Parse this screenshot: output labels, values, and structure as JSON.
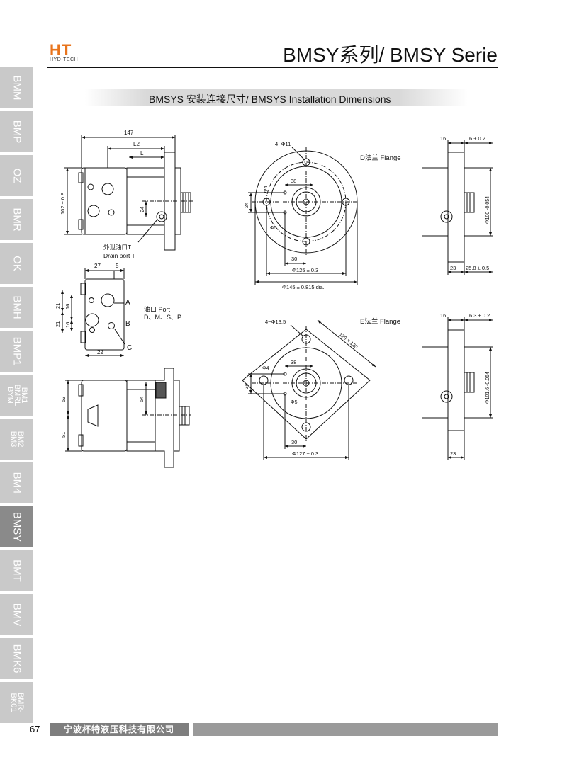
{
  "header": {
    "logo_text": "HT",
    "logo_sub": "HYD-TECH",
    "title": "BMSY系列/ BMSY Serie"
  },
  "section": {
    "title": "BMSYS 安装连接尺寸/ BMSYS Installation Dimensions"
  },
  "side_tabs": [
    {
      "label": "BMM"
    },
    {
      "label": "BMP"
    },
    {
      "label": "OZ"
    },
    {
      "label": "BMR"
    },
    {
      "label": "OK"
    },
    {
      "label": "BMH"
    },
    {
      "label": "BMP1"
    },
    {
      "label": "BM1\nBMRL\nBYM"
    },
    {
      "label": "BM2\nBM3"
    },
    {
      "label": "BM4"
    },
    {
      "label": "BMSY"
    },
    {
      "label": "BMT"
    },
    {
      "label": "BMV"
    },
    {
      "label": "BMK6"
    },
    {
      "label": "BMR-\nBK01"
    }
  ],
  "active_tab": "BMSY",
  "drawings": {
    "side_view": {
      "dim_147": "147",
      "dim_l2": "L2",
      "dim_l": "L",
      "dim_102": "102 ± 0.8",
      "dim_24": "24",
      "drain_cn": "外泄油口T",
      "drain_en": "Drain port T"
    },
    "port_view": {
      "dim_27": "27",
      "dim_5": "5",
      "dim_21a": "21",
      "dim_16a": "16",
      "dim_21b": "21",
      "dim_16b": "16",
      "dim_22": "22",
      "label_a": "A",
      "label_b": "B",
      "label_c": "C",
      "port_cn": "油口 Port",
      "port_types": "D、M、S、P"
    },
    "bottom_view": {
      "dim_53": "53",
      "dim_51": "51",
      "dim_54": "54"
    },
    "d_flange": {
      "label": "D法兰 Flange",
      "holes": "4−Φ11",
      "dim_38": "38",
      "dim_phi4": "Φ4",
      "dim_24": "24",
      "dim_phi5": "Φ5",
      "dim_30": "30",
      "dim_125": "Φ125 ± 0.3",
      "dim_145": "Φ145 ± 0.815 dia."
    },
    "d_side": {
      "dim_16": "16",
      "dim_6": "6 ± 0.2",
      "dim_100": "Φ100 -0.054",
      "dim_23": "23",
      "dim_25_8": "25.8 ± 0.5"
    },
    "e_flange": {
      "label": "E法兰 Flange",
      "holes": "4−Φ13.5",
      "dim_120": "120 × 120",
      "dim_38": "38",
      "dim_phi4": "Φ4",
      "dim_24": "24",
      "dim_phi5": "Φ5",
      "dim_30": "30",
      "dim_127": "Φ127 ± 0.3"
    },
    "e_side": {
      "dim_16": "16",
      "dim_6_3": "6.3 ± 0.2",
      "dim_101_6": "Φ101.6 -0.054",
      "dim_23": "23"
    }
  },
  "footer": {
    "page_number": "67",
    "company": "宁波杯特液压科技有限公司"
  }
}
